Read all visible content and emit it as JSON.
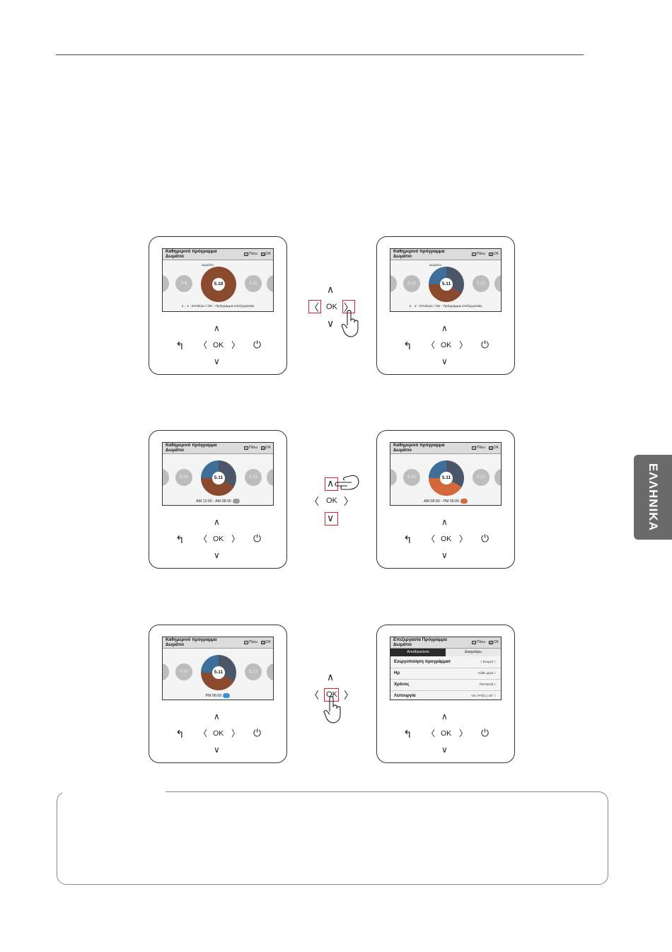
{
  "side_tab": {
    "label": "ΕΛΛΗΝΙΚΑ"
  },
  "devices": {
    "d1": {
      "title1": "Καθημερινό πρόγραμμα",
      "title2": "Δωμάτιο",
      "back": "Πίσω",
      "ok": "OK",
      "days": [
        "5.8",
        "5.11"
      ],
      "center": "5.10",
      "pie_label": "Δωμάτιο",
      "footer": "∧ , ∨ : Επιλέγω / OK : Πρόγραμμα επεξεργασίας"
    },
    "d2": {
      "title1": "Καθημερινό πρόγραμμα",
      "title2": "Δωμάτιο",
      "back": "Πίσω",
      "ok": "OK",
      "days": [
        "5.10",
        "5.12"
      ],
      "center": "5.11",
      "pie_label": "Δωμάτιο",
      "footer": "∧ , ∨ : Επιλέγω / OK : Πρόγραμμα επεξεργασίας"
    },
    "d3": {
      "title1": "Καθημερινό πρόγραμμα",
      "title2": "Δωμάτιο",
      "back": "Πίσω",
      "ok": "OK",
      "days": [
        "5.10",
        "5.12"
      ],
      "center": "5.11",
      "time": "AM 12:00 - AM 08:00"
    },
    "d4": {
      "title1": "Καθημερινό πρόγραμμα",
      "title2": "Δωμάτιο",
      "back": "Πίσω",
      "ok": "OK",
      "days": [
        "5.10",
        "5.12"
      ],
      "center": "5.11",
      "time": "AM 08:00 - PM 06:00"
    },
    "d5": {
      "title1": "Καθημερινό πρόγραμμα",
      "title2": "Δωμάτιο",
      "back": "Πίσω",
      "ok": "OK",
      "days": [
        "5.10",
        "5.12"
      ],
      "center": "5.11",
      "time": "PM 06:00"
    },
    "d6": {
      "title1": "Επεξεργασία Πρόγραμμα",
      "title2": "Δωμάτιο",
      "back": "Πίσω",
      "ok": "OK",
      "tab_save": "Αποθηκεύστε",
      "tab_delete": "Διαγράψω",
      "rows": [
        {
          "label": "Ενεργοποίηση προγράμματ",
          "value": "Ενεργό"
        },
        {
          "label": "Ημ",
          "value": "Κάθε μέρα"
        },
        {
          "label": "Χρόνος",
          "value": "PM 06:00"
        },
        {
          "label": "Λειτουργία",
          "value": "On | Ψύξη | 18°"
        }
      ]
    }
  },
  "keypad": {
    "ok": "OK"
  },
  "colors": {
    "brown": "#8a4a2e",
    "blue": "#3d6f9a",
    "slate": "#4b5668",
    "orange": "#d2683c",
    "red_box": "#d9232d"
  }
}
